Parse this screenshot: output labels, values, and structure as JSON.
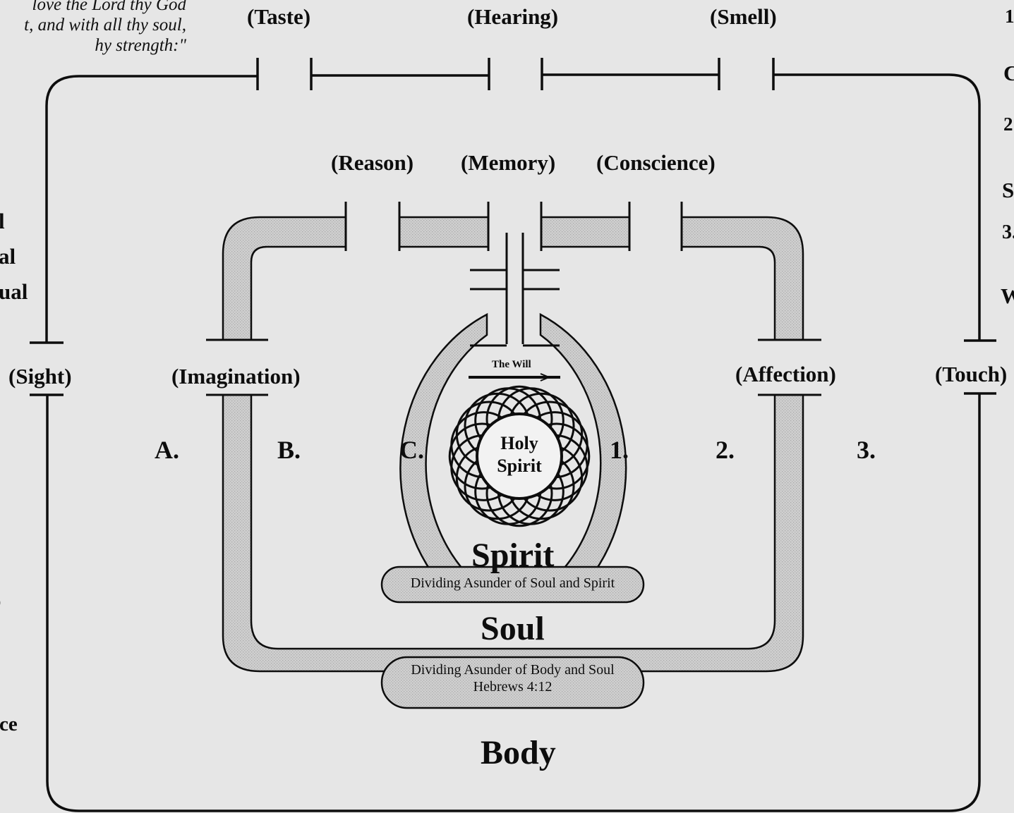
{
  "quote": {
    "line1": "love the Lord thy God",
    "line2": "t, and with all thy soul,",
    "line3": "hy strength:\""
  },
  "senses": {
    "taste": "(Taste)",
    "hearing": "(Hearing)",
    "smell": "(Smell)",
    "sight": "(Sight)",
    "touch": "(Touch)"
  },
  "faculties": {
    "reason": "(Reason)",
    "memory": "(Memory)",
    "conscience": "(Conscience)",
    "imagination": "(Imagination)",
    "affection": "(Affection)"
  },
  "markers": {
    "a": "A.",
    "b": "B.",
    "c": "C.",
    "one": "1.",
    "two": "2.",
    "three": "3."
  },
  "center": {
    "will": "The Will",
    "holy": "Holy",
    "spirit_word": "Spirit"
  },
  "regions": {
    "spirit": "Spirit",
    "soul": "Soul",
    "body": "Body"
  },
  "bands": {
    "soul_spirit": "Dividing Asunder of Soul and Spirit",
    "body_soul_line1": "Dividing Asunder of Body and Soul",
    "body_soul_line2": "Hebrews 4:12"
  },
  "left_edge": [
    "l",
    "al",
    "ual",
    "o",
    "ce"
  ],
  "right_edge": [
    "1",
    "C",
    "2",
    "S",
    "3.",
    "W"
  ],
  "colors": {
    "background": "#e6e6e6",
    "band_fill": "#c9c9c9",
    "ink": "#0d0d0d"
  }
}
